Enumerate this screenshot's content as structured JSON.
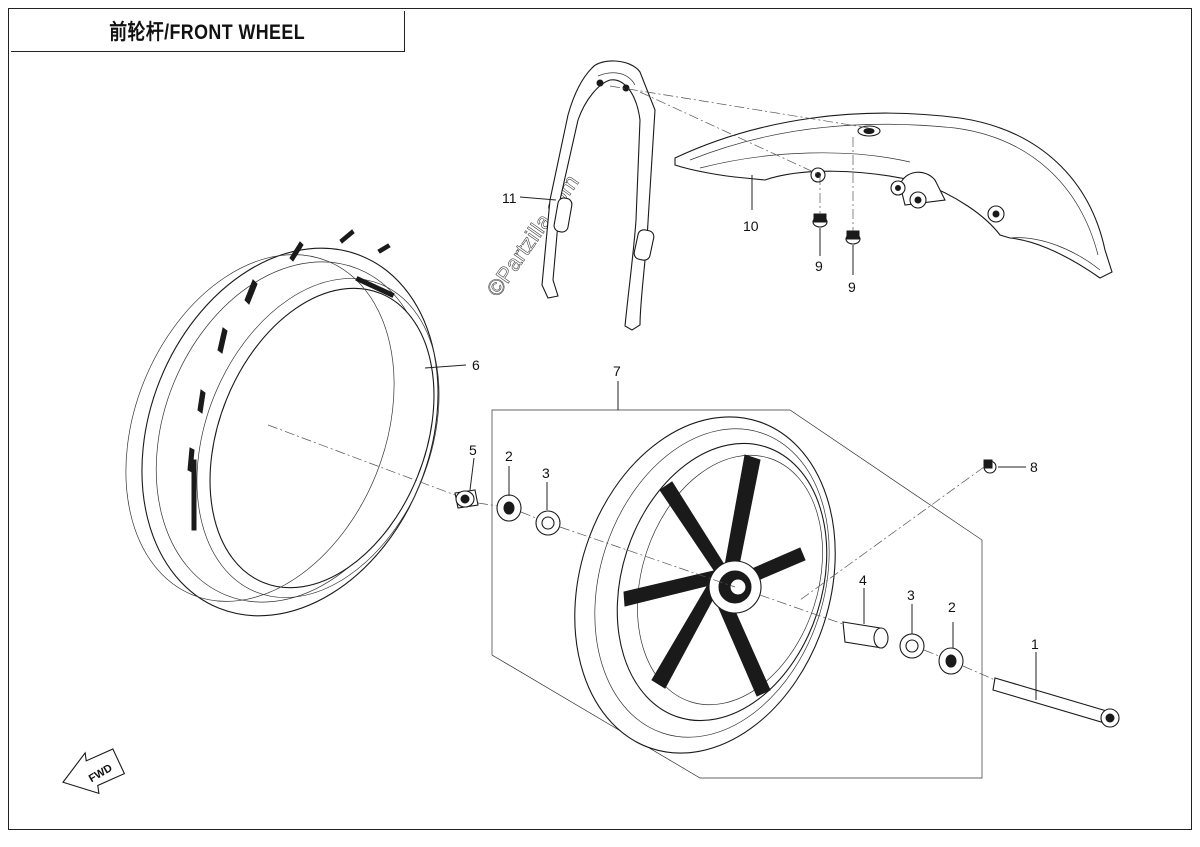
{
  "title": "前轮杆/FRONT WHEEL",
  "watermark": "©Partzilla.com",
  "fwd_label": "FWD",
  "callouts": [
    {
      "id": "1",
      "name": "callout-1"
    },
    {
      "id": "2",
      "name": "callout-2-left"
    },
    {
      "id": "3",
      "name": "callout-3-left"
    },
    {
      "id": "4",
      "name": "callout-4"
    },
    {
      "id": "3",
      "name": "callout-3-right"
    },
    {
      "id": "2",
      "name": "callout-2-right"
    },
    {
      "id": "5",
      "name": "callout-5"
    },
    {
      "id": "6",
      "name": "callout-6"
    },
    {
      "id": "7",
      "name": "callout-7"
    },
    {
      "id": "8",
      "name": "callout-8"
    },
    {
      "id": "9",
      "name": "callout-9-left"
    },
    {
      "id": "9",
      "name": "callout-9-right"
    },
    {
      "id": "10",
      "name": "callout-10"
    },
    {
      "id": "11",
      "name": "callout-11"
    }
  ]
}
